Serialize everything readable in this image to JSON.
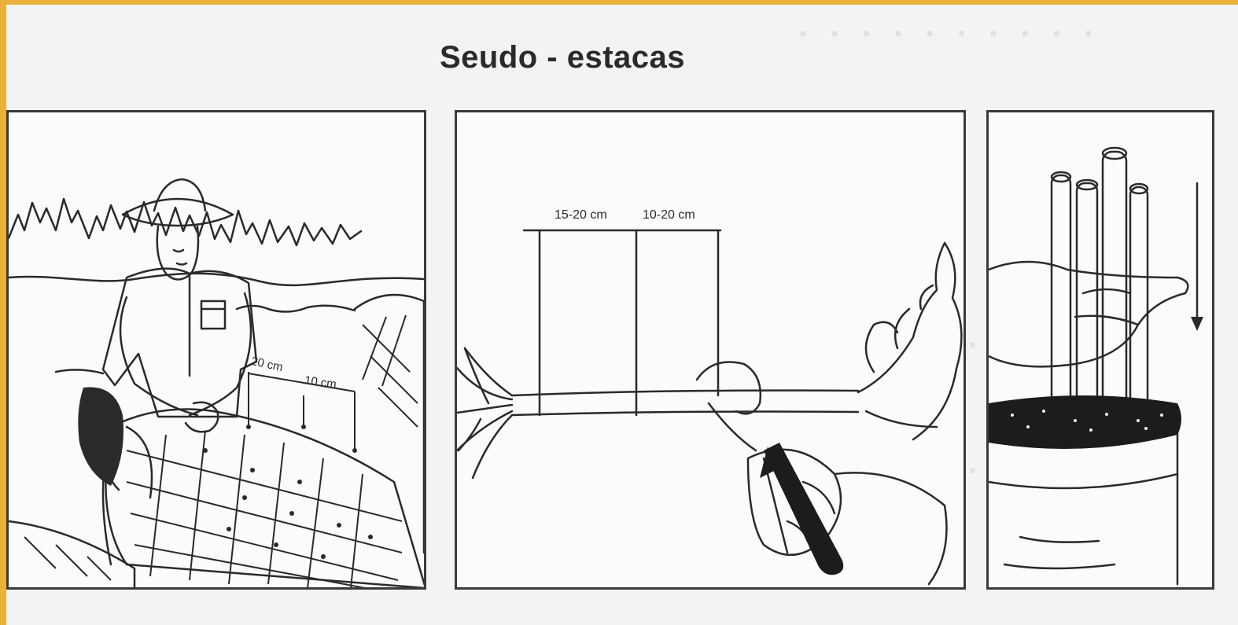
{
  "title": "Seudo - estacas",
  "panels": {
    "planting": {
      "spacing_row": "20 cm",
      "spacing_plant": "10 cm"
    },
    "cutting": {
      "segment_a": "15-20 cm",
      "segment_b": "10-20 cm"
    }
  },
  "colors": {
    "accent_frame": "#e8b23a",
    "ink": "#2a2a2a",
    "soil": "#1c1c1c"
  }
}
